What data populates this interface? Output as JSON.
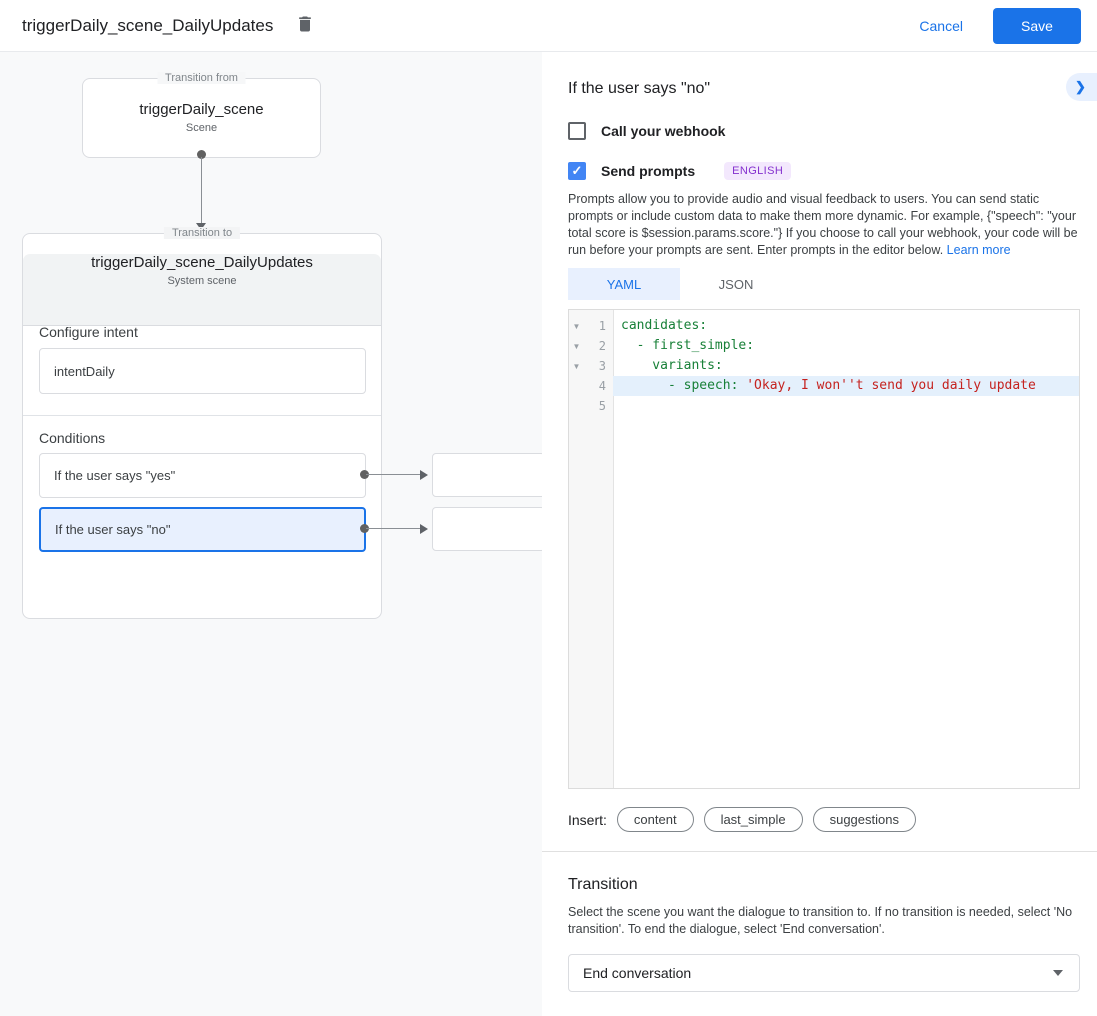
{
  "colors": {
    "accent_blue": "#1a73e8",
    "selected_condition_bg": "#e8f0fe",
    "canvas_bg": "#f8f9fa",
    "card_header_bg": "#f1f3f4",
    "code_key_green": "#188038",
    "code_string_red": "#c5221f",
    "badge_purple": "#8430ce",
    "active_line_bg": "#e4f0fc"
  },
  "header": {
    "title": "triggerDaily_scene_DailyUpdates",
    "cancel_label": "Cancel",
    "save_label": "Save"
  },
  "diagram": {
    "from_node": {
      "legend": "Transition from",
      "title": "triggerDaily_scene",
      "subtitle": "Scene"
    },
    "to_node": {
      "legend": "Transition to",
      "title": "triggerDaily_scene_DailyUpdates",
      "subtitle": "System scene",
      "configure_intent_label": "Configure intent",
      "intent_value": "intentDaily",
      "conditions_label": "Conditions",
      "conditions": [
        {
          "label": "If the user says \"yes\"",
          "selected": false
        },
        {
          "label": "If the user says \"no\"",
          "selected": true
        }
      ]
    }
  },
  "panel": {
    "title": "If the user says \"no\"",
    "webhook": {
      "label": "Call your webhook",
      "checked": false
    },
    "prompts": {
      "label": "Send prompts",
      "checked": true,
      "language_badge": "ENGLISH",
      "check_glyph": "✓"
    },
    "description": "Prompts allow you to provide audio and visual feedback to users. You can send static prompts or include custom data to make them more dynamic. For example, {\"speech\": \"your total score is $session.params.score.\"} If you choose to call your webhook, your code will be run before your prompts are sent. Enter prompts in the editor below. ",
    "learn_more": "Learn more",
    "tabs": [
      {
        "label": "YAML",
        "active": true
      },
      {
        "label": "JSON",
        "active": false
      }
    ],
    "editor": {
      "lines": [
        {
          "number": "1",
          "fold": true,
          "highlight": false,
          "segments": [
            {
              "type": "key",
              "text": "candidates:"
            }
          ]
        },
        {
          "number": "2",
          "fold": true,
          "highlight": false,
          "segments": [
            {
              "type": "key",
              "text": "  - first_simple:"
            }
          ]
        },
        {
          "number": "3",
          "fold": true,
          "highlight": false,
          "segments": [
            {
              "type": "key",
              "text": "    variants:"
            }
          ]
        },
        {
          "number": "4",
          "fold": false,
          "highlight": true,
          "segments": [
            {
              "type": "key",
              "text": "      - speech:"
            },
            {
              "type": "plain",
              "text": " "
            },
            {
              "type": "string",
              "text": "'Okay, I won''t send you daily update"
            }
          ]
        },
        {
          "number": "5",
          "fold": false,
          "highlight": false,
          "segments": []
        }
      ]
    },
    "insert": {
      "label": "Insert:",
      "chips": [
        "content",
        "last_simple",
        "suggestions"
      ]
    },
    "transition": {
      "title": "Transition",
      "description": "Select the scene you want the dialogue to transition to. If no transition is needed, select 'No transition'. To end the dialogue, select 'End conversation'.",
      "selected_value": "End conversation"
    }
  }
}
